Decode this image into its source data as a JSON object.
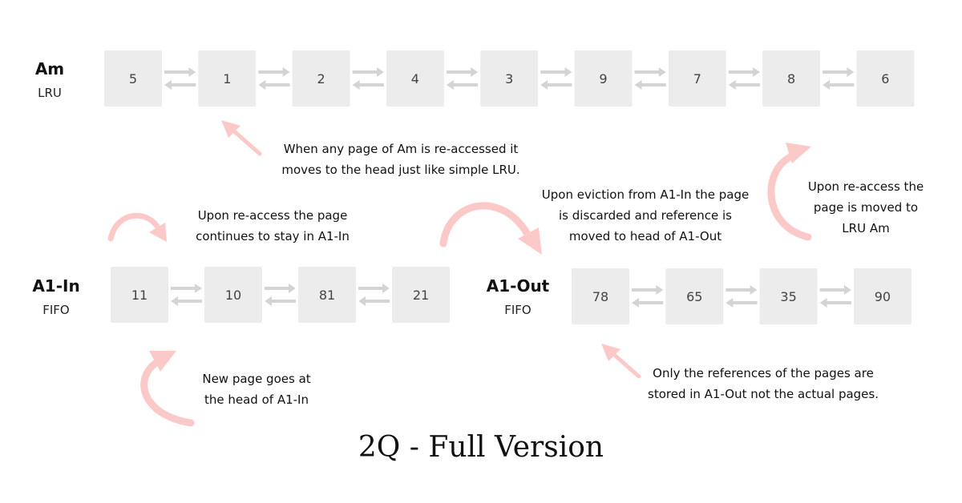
{
  "colors": {
    "box": "#ececec",
    "connector": "#d4d4d4",
    "callout_arrow": "#fcc9c9"
  },
  "queues": {
    "am": {
      "name": "Am",
      "policy": "LRU",
      "pages": [
        "5",
        "1",
        "2",
        "4",
        "3",
        "9",
        "7",
        "8",
        "6"
      ]
    },
    "a1in": {
      "name": "A1-In",
      "policy": "FIFO",
      "pages": [
        "11",
        "10",
        "81",
        "21"
      ]
    },
    "a1out": {
      "name": "A1-Out",
      "policy": "FIFO",
      "pages": [
        "78",
        "65",
        "35",
        "90"
      ]
    }
  },
  "notes": {
    "am_reaccess": [
      "When any page of Am is re-accessed it",
      "moves to the head just like simple LRU."
    ],
    "a1in_reaccess": [
      "Upon re-access the page",
      "continues to stay in A1-In"
    ],
    "eviction": [
      "Upon eviction from A1-In the page",
      "is discarded and reference is",
      "moved to head of A1-Out"
    ],
    "a1out_reaccess": [
      "Upon re-access the",
      "page is moved to",
      "LRU Am"
    ],
    "new_page": [
      "New page goes at",
      "the head of A1-In"
    ],
    "references_only": [
      "Only the references of the pages are",
      "stored in A1-Out not the actual pages."
    ]
  },
  "title": "2Q - Full Version"
}
